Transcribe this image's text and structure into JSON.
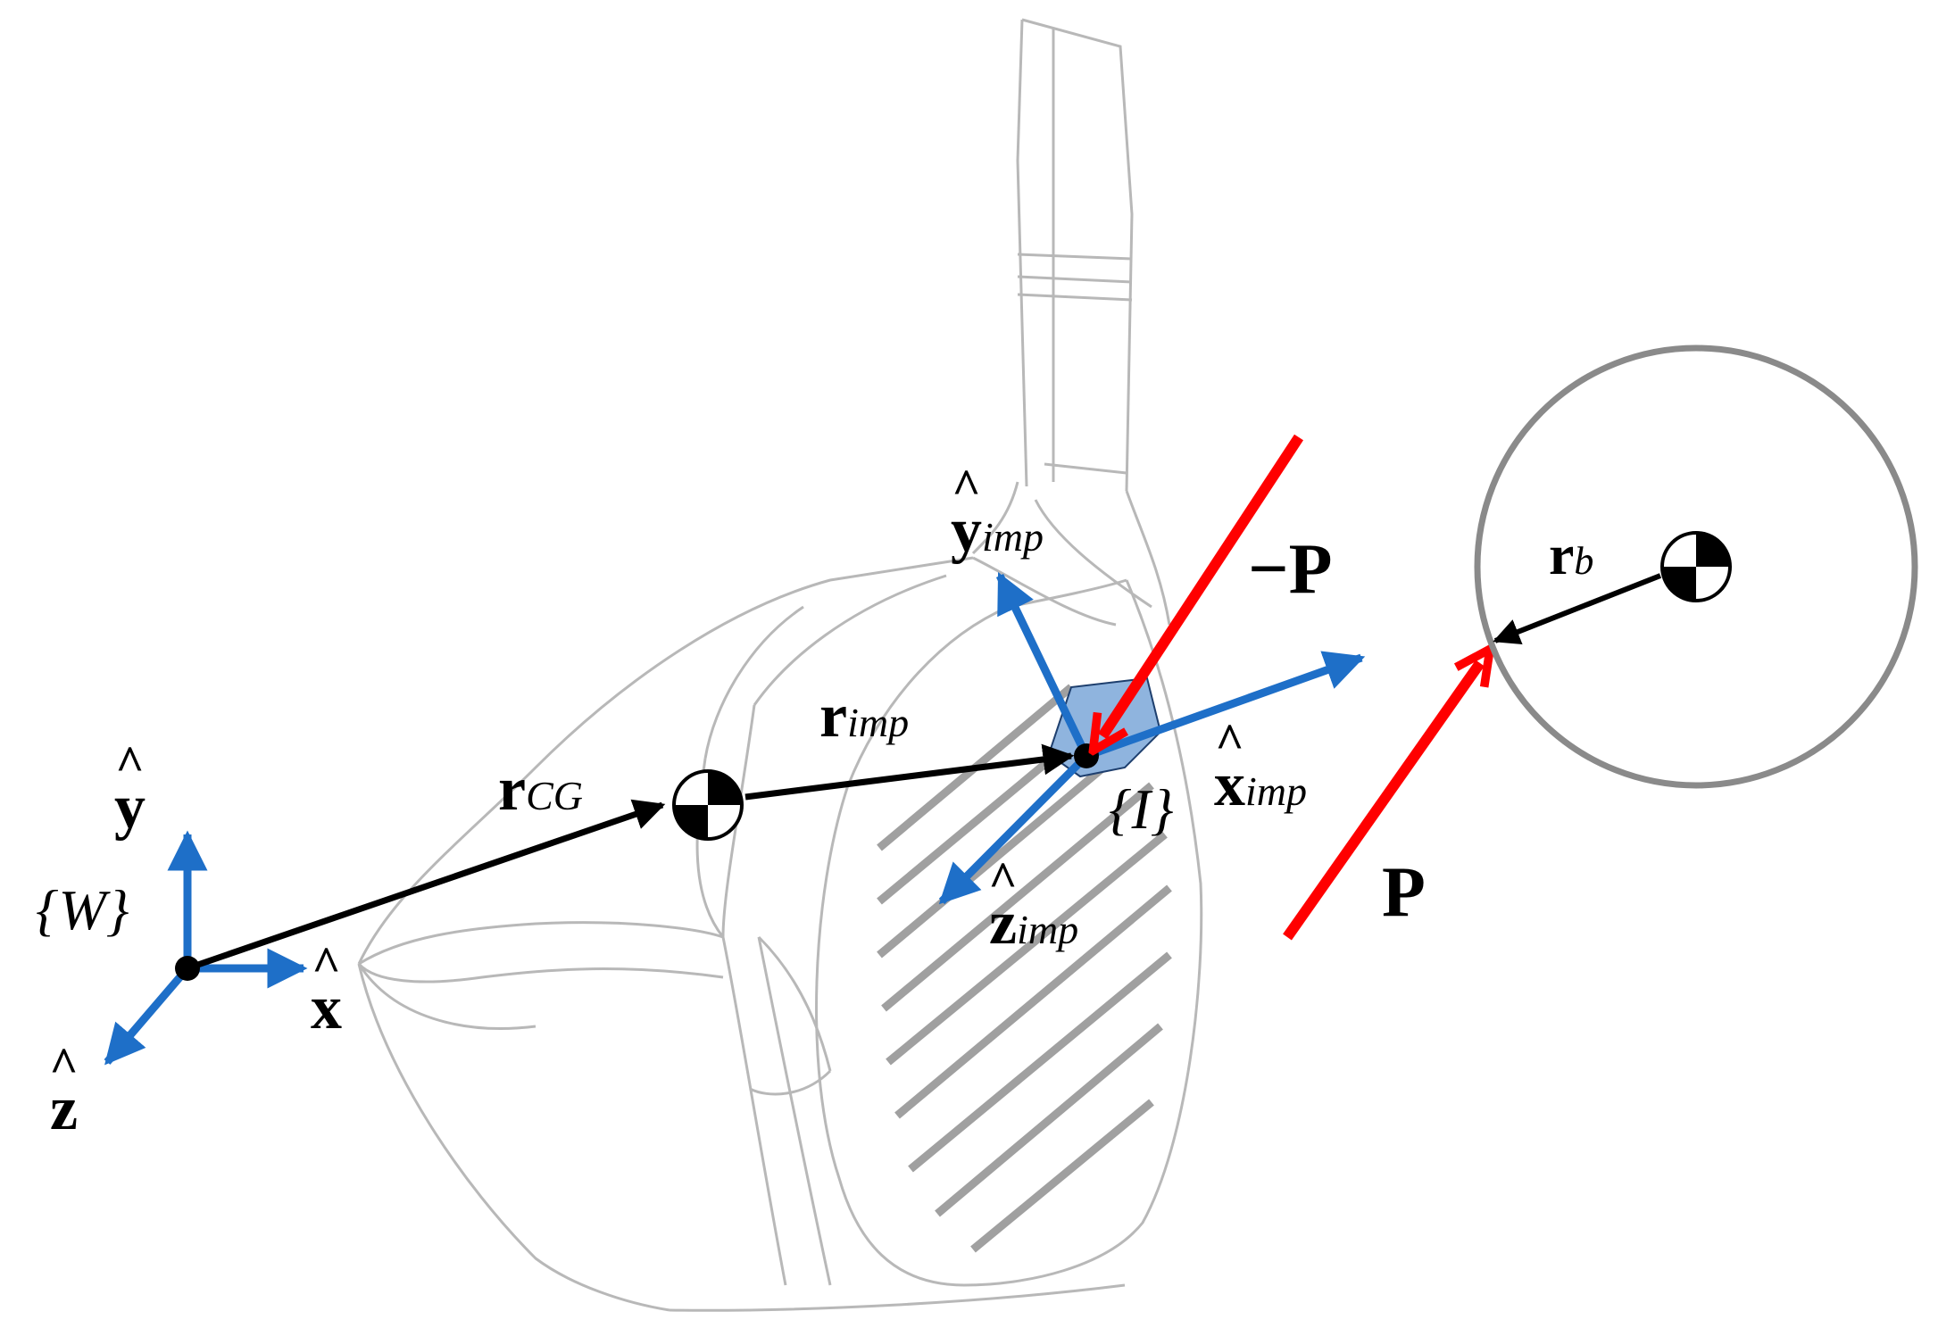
{
  "labels": {
    "world_y": "y",
    "world_x": "x",
    "world_z": "z",
    "world_frame": "{W}",
    "r_cg_main": "r",
    "r_cg_sub": "CG",
    "r_imp_main": "r",
    "r_imp_sub": "imp",
    "y_imp_main": "y",
    "y_imp_sub": "imp",
    "x_imp_main": "x",
    "x_imp_sub": "imp",
    "z_imp_main": "z",
    "z_imp_sub": "imp",
    "impact_frame": "{I}",
    "neg_force": "−P",
    "force": "P",
    "r_b_main": "r",
    "r_b_sub": "b",
    "hat_symbol": "^"
  },
  "colors": {
    "outline": "#b8b8b8",
    "axis_blue": "#1e6fc8",
    "force_red": "#ff0000",
    "vector_black": "#000000",
    "ball_outline": "#8a8a8a",
    "patch_fill": "#8fb4de"
  }
}
